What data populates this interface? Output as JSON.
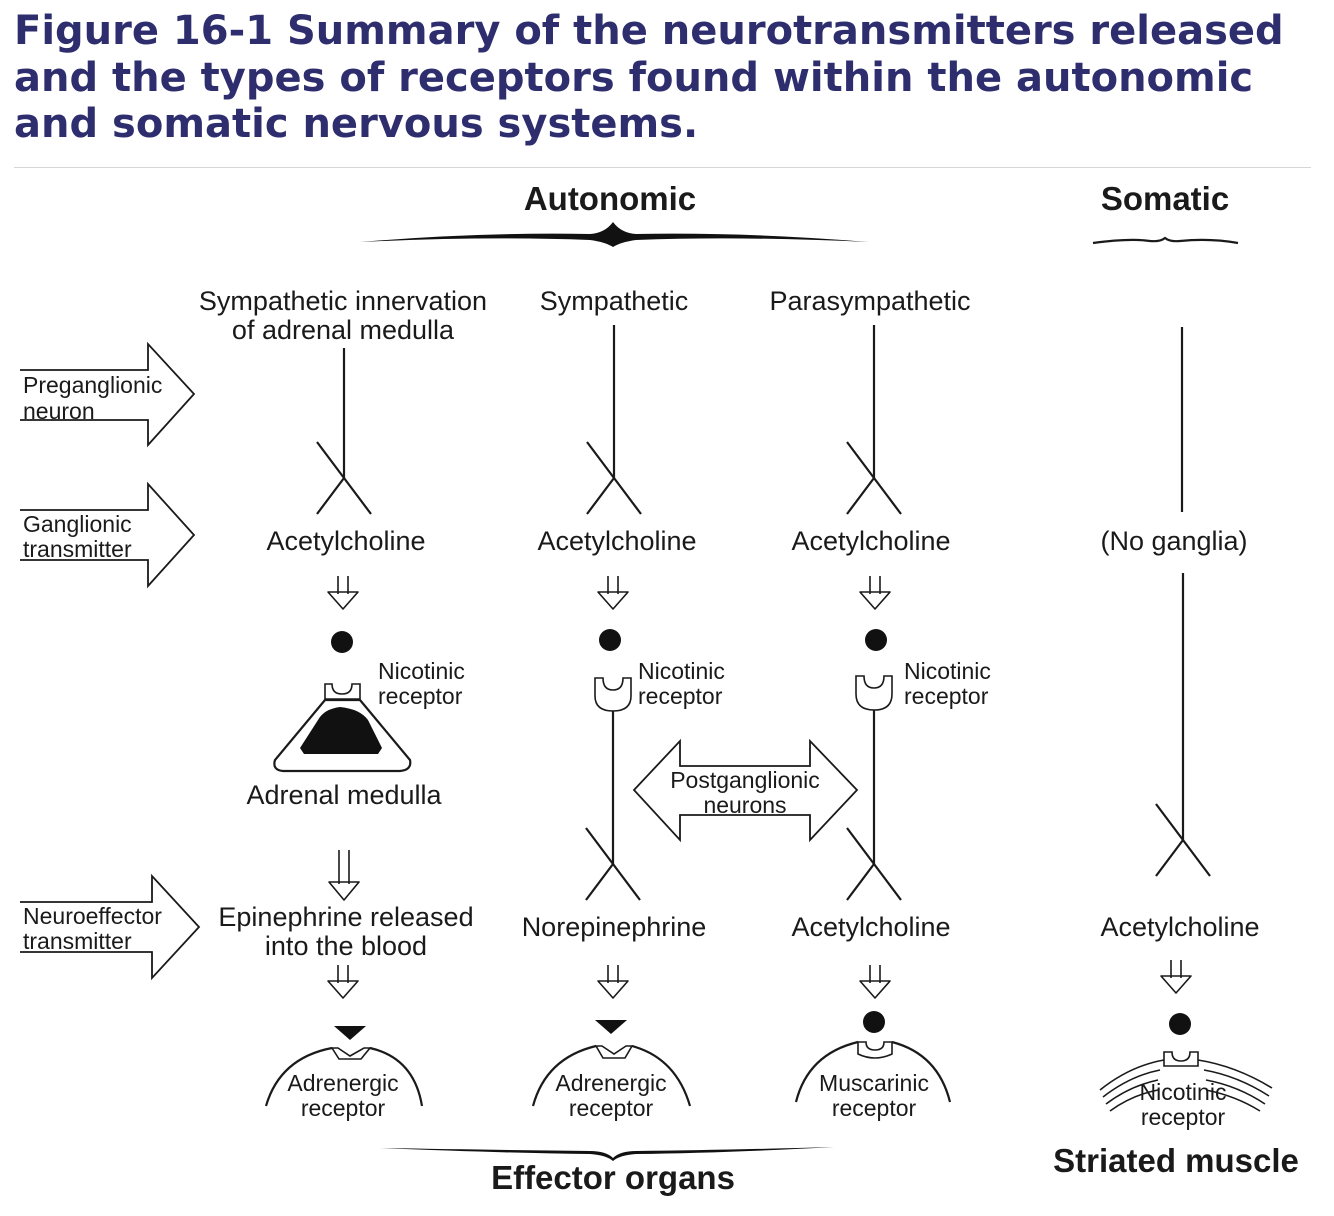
{
  "title": "Figure 16-1 Summary of the neurotransmitters released and the types of receptors found within the autonomic and somatic nervous systems.",
  "headers": {
    "autonomic": "Autonomic",
    "somatic": "Somatic"
  },
  "left_labels": {
    "preganglionic": [
      "Preganglionic",
      "neuron"
    ],
    "ganglionic": [
      "Ganglionic",
      "transmitter"
    ],
    "neuroeffector": [
      "Neuroeffector",
      "transmitter"
    ]
  },
  "columns": {
    "adrenal": {
      "title": [
        "Sympathetic innervation",
        "of adrenal medulla"
      ],
      "ganglionic_transmitter": "Acetylcholine",
      "receptor": [
        "Nicotinic",
        "receptor"
      ],
      "organ": "Adrenal medulla",
      "neuroeffector_transmitter": [
        "Epinephrine released",
        "into the blood"
      ],
      "effector_receptor": [
        "Adrenergic",
        "receptor"
      ]
    },
    "sympathetic": {
      "title": "Sympathetic",
      "ganglionic_transmitter": "Acetylcholine",
      "receptor": [
        "Nicotinic",
        "receptor"
      ],
      "neuroeffector_transmitter": "Norepinephrine",
      "effector_receptor": [
        "Adrenergic",
        "receptor"
      ]
    },
    "parasympathetic": {
      "title": "Parasympathetic",
      "ganglionic_transmitter": "Acetylcholine",
      "receptor": [
        "Nicotinic",
        "receptor"
      ],
      "neuroeffector_transmitter": "Acetylcholine",
      "effector_receptor": [
        "Muscarinic",
        "receptor"
      ]
    },
    "somatic": {
      "ganglia_note": "(No ganglia)",
      "neuroeffector_transmitter": "Acetylcholine",
      "effector_receptor": [
        "Nicotinic",
        "receptor"
      ]
    }
  },
  "postganglionic": [
    "Postganglionic",
    "neurons"
  ],
  "footers": {
    "effector_organs": "Effector organs",
    "striated_muscle": "Striated muscle"
  }
}
